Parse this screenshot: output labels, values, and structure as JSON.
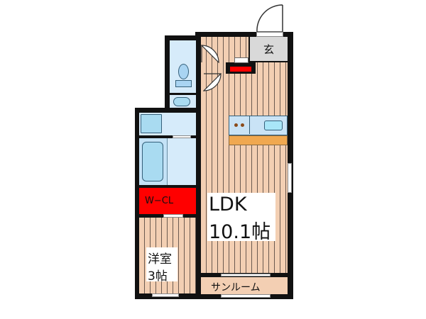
{
  "floorplan": {
    "rooms": {
      "entrance": {
        "label": "玄"
      },
      "ldk": {
        "label_line1": "LDK",
        "label_line2": "10.1帖"
      },
      "western_room": {
        "label_line1": "洋室",
        "label_line2": "3帖"
      },
      "walk_in_closet": {
        "label": "W−CL"
      },
      "sunroom": {
        "label": "サンルーム"
      }
    },
    "colors": {
      "wall": "#111111",
      "floor_wood": "#f3cfb3",
      "wet_area": "#d6ebfa",
      "closet_red": "#ff0000",
      "entrance_gray": "#d9d9d9",
      "counter_orange": "#f0a850",
      "sunroom_floor": "#f3cfb3"
    }
  }
}
